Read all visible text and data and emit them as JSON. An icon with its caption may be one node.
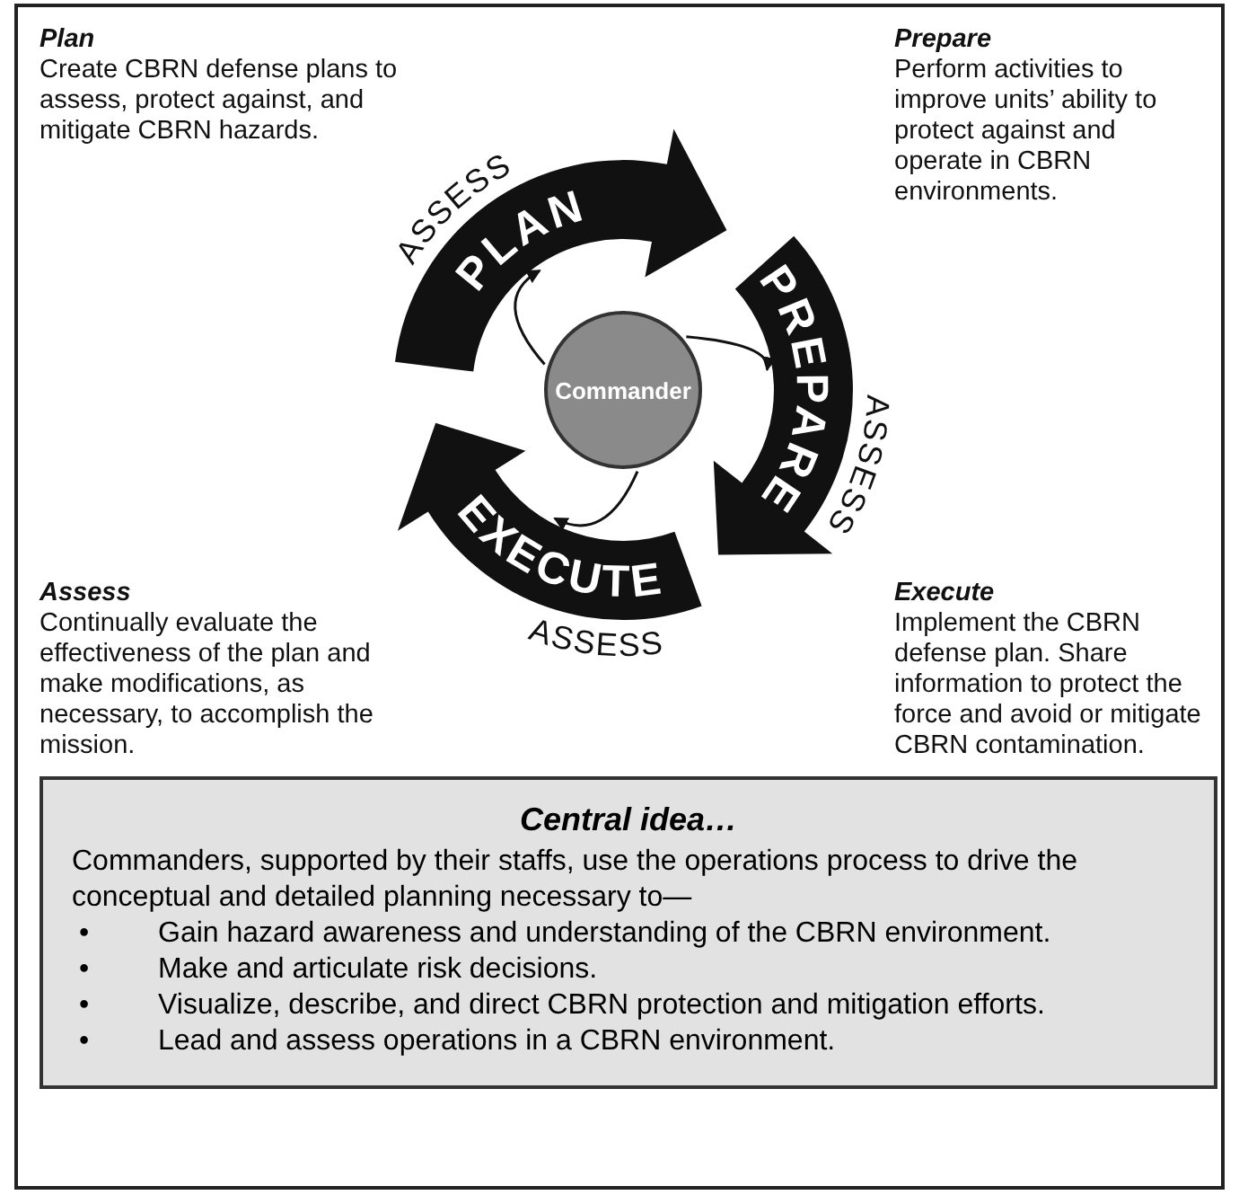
{
  "diagram": {
    "nodes": [
      {
        "text": [
          "PLAN"
        ]
      },
      {
        "text": [
          "PREPARE"
        ]
      },
      {
        "text": [
          "EXECUTE"
        ]
      },
      {
        "text": [
          "Commander"
        ]
      },
      {
        "text": [
          "Central idea…",
          "Commanders, supported by their staffs, use the operations process to drive the conceptual and detailed planning necessary to—",
          "•",
          "Gain hazard awareness and understanding of the CBRN environment.",
          "•",
          "Make and articulate risk decisions.",
          "•",
          "Visualize, describe, and direct CBRN protection and mitigation efforts.",
          "•",
          "Lead and assess operations in a CBRN environment."
        ]
      }
    ],
    "edges": [
      {
        "from": 3,
        "to": 0,
        "arrow": "to"
      },
      {
        "from": 3,
        "to": 1,
        "arrow": "to"
      },
      {
        "from": 3,
        "to": 2,
        "arrow": "to"
      }
    ],
    "labels": [
      "Plan",
      "Create CBRN defense plans to assess, protect against, and mitigate CBRN hazards.",
      "Prepare",
      "Perform activities to improve units’ ability to protect against and operate in CBRN environments.",
      "ASSESS",
      "ASSESS",
      "Assess",
      "Continually evaluate the effectiveness of the plan and make modifications, as necessary, to accomplish the mission.",
      "Execute",
      "Implement the CBRN defense plan. Share information to protect the force and avoid or mitigate CBRN contamination.",
      "ASSESS"
    ]
  }
}
